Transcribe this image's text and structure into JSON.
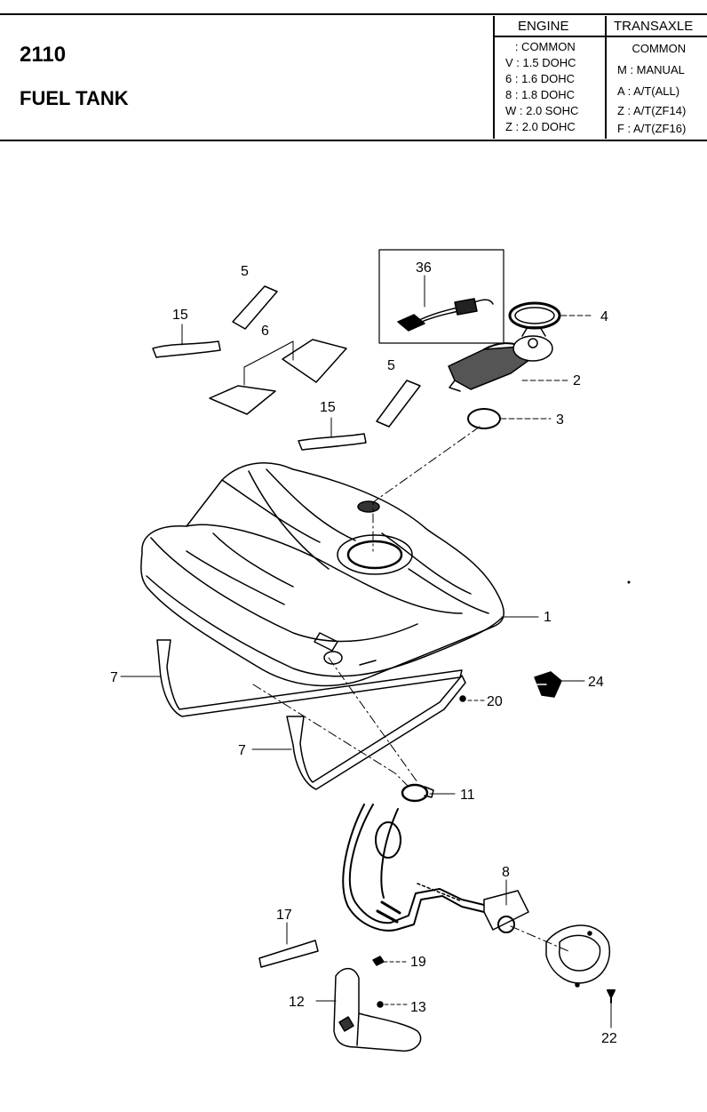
{
  "header": {
    "code": "2110",
    "title": "FUEL TANK",
    "engine_heading": "ENGINE",
    "transaxle_heading": "TRANSAXLE",
    "engine_rows": [
      "   : COMMON",
      "V : 1.5 DOHC",
      "6 : 1.6 DOHC",
      "8 : 1.8 DOHC",
      "W : 2.0 SOHC",
      "Z : 2.0 DOHC"
    ],
    "transaxle_rows": [
      "    COMMON",
      "M : MANUAL",
      "A : A/T(ALL)",
      "Z : A/T(ZF14)",
      "F : A/T(ZF16)"
    ]
  },
  "callouts": {
    "c1": "1",
    "c2": "2",
    "c3": "3",
    "c4": "4",
    "c5a": "5",
    "c5b": "5",
    "c6": "6",
    "c7a": "7",
    "c7b": "7",
    "c8": "8",
    "c11": "11",
    "c12": "12",
    "c13": "13",
    "c15a": "15",
    "c15b": "15",
    "c17": "17",
    "c19": "19",
    "c20": "20",
    "c22": "22",
    "c24": "24",
    "c36": "36"
  }
}
